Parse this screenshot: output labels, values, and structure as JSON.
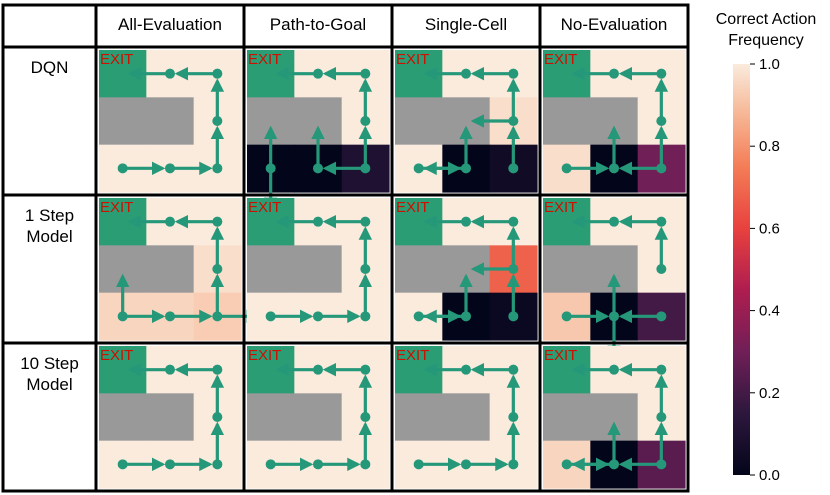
{
  "chart_data": {
    "type": "heatmap",
    "title": "",
    "col_headers": [
      "All-Evaluation",
      "Path-to-Goal",
      "Single-Cell",
      "No-Evaluation"
    ],
    "row_headers": [
      "DQN",
      "1 Step\nModel",
      "10 Step\nModel"
    ],
    "exit_label": "EXIT",
    "colorbar": {
      "label": "Correct Action\nFrequency",
      "range": [
        0.0,
        1.0
      ],
      "ticks": [
        0.0,
        0.2,
        0.4,
        0.6,
        0.8,
        1.0
      ],
      "tick_labels": [
        "0.0",
        "0.2",
        "0.4",
        "0.6",
        "0.8",
        "1.0"
      ],
      "colormap": "rocket"
    },
    "grid_size": [
      3,
      3
    ],
    "goal_cell": [
      0,
      0
    ],
    "wall_cells": [
      [
        1,
        0
      ],
      [
        1,
        1
      ]
    ],
    "panels": [
      {
        "row": 0,
        "col": 0,
        "values": [
          [
            1.0,
            1.0,
            1.0
          ],
          [
            null,
            null,
            1.0
          ],
          [
            1.0,
            1.0,
            1.0
          ]
        ],
        "actions": [
          [
            null,
            "left",
            "left"
          ],
          [
            null,
            null,
            "up"
          ],
          [
            "right",
            "right",
            "up"
          ]
        ]
      },
      {
        "row": 0,
        "col": 1,
        "values": [
          [
            1.0,
            1.0,
            1.0
          ],
          [
            null,
            null,
            1.0
          ],
          [
            0.0,
            0.0,
            0.1
          ]
        ],
        "actions": [
          [
            null,
            "left",
            "left"
          ],
          [
            null,
            null,
            "up"
          ],
          [
            "up-down",
            "up",
            "up-left"
          ]
        ]
      },
      {
        "row": 0,
        "col": 2,
        "values": [
          [
            1.0,
            1.0,
            1.0
          ],
          [
            null,
            null,
            0.97
          ],
          [
            1.0,
            0.0,
            0.05
          ]
        ],
        "actions": [
          [
            null,
            "left",
            "left"
          ],
          [
            null,
            null,
            "left-up"
          ],
          [
            "right",
            "left-up",
            "up"
          ]
        ]
      },
      {
        "row": 0,
        "col": 3,
        "values": [
          [
            1.0,
            1.0,
            1.0
          ],
          [
            null,
            null,
            1.0
          ],
          [
            0.97,
            0.0,
            0.3
          ]
        ],
        "actions": [
          [
            null,
            "left",
            "left"
          ],
          [
            null,
            null,
            "up"
          ],
          [
            "right",
            "up",
            "left-up"
          ]
        ]
      },
      {
        "row": 1,
        "col": 0,
        "values": [
          [
            1.0,
            1.0,
            1.0
          ],
          [
            null,
            null,
            0.97
          ],
          [
            0.95,
            0.95,
            0.93
          ]
        ],
        "actions": [
          [
            null,
            "left",
            "left"
          ],
          [
            null,
            null,
            "up"
          ],
          [
            "up-right",
            "right",
            "up-right"
          ]
        ]
      },
      {
        "row": 1,
        "col": 1,
        "values": [
          [
            1.0,
            1.0,
            1.0
          ],
          [
            null,
            null,
            1.0
          ],
          [
            1.0,
            1.0,
            1.0
          ]
        ],
        "actions": [
          [
            null,
            "left",
            "left"
          ],
          [
            null,
            null,
            "up"
          ],
          [
            "right",
            "right",
            "up"
          ]
        ]
      },
      {
        "row": 1,
        "col": 2,
        "values": [
          [
            1.0,
            1.0,
            1.0
          ],
          [
            null,
            null,
            0.68
          ],
          [
            1.0,
            0.0,
            0.03
          ]
        ],
        "actions": [
          [
            null,
            "left",
            "left"
          ],
          [
            null,
            null,
            "up-left"
          ],
          [
            "right",
            "left-up",
            "up"
          ]
        ]
      },
      {
        "row": 1,
        "col": 3,
        "values": [
          [
            1.0,
            1.0,
            1.0
          ],
          [
            null,
            null,
            1.0
          ],
          [
            0.92,
            0.0,
            0.2
          ]
        ],
        "actions": [
          [
            null,
            "left",
            "left"
          ],
          [
            null,
            null,
            "up"
          ],
          [
            "right",
            "up-down",
            "left"
          ]
        ]
      },
      {
        "row": 2,
        "col": 0,
        "values": [
          [
            1.0,
            1.0,
            1.0
          ],
          [
            null,
            null,
            1.0
          ],
          [
            1.0,
            1.0,
            1.0
          ]
        ],
        "actions": [
          [
            null,
            "left",
            "left"
          ],
          [
            null,
            null,
            "up"
          ],
          [
            "right",
            "right",
            "up"
          ]
        ]
      },
      {
        "row": 2,
        "col": 1,
        "values": [
          [
            1.0,
            1.0,
            1.0
          ],
          [
            null,
            null,
            1.0
          ],
          [
            1.0,
            1.0,
            1.0
          ]
        ],
        "actions": [
          [
            null,
            "left",
            "left"
          ],
          [
            null,
            null,
            "up"
          ],
          [
            "right",
            "right",
            "up"
          ]
        ]
      },
      {
        "row": 2,
        "col": 2,
        "values": [
          [
            1.0,
            1.0,
            1.0
          ],
          [
            null,
            null,
            1.0
          ],
          [
            1.0,
            1.0,
            1.0
          ]
        ],
        "actions": [
          [
            null,
            "left",
            "left"
          ],
          [
            null,
            null,
            "up"
          ],
          [
            "right",
            "right",
            "up"
          ]
        ]
      },
      {
        "row": 2,
        "col": 3,
        "values": [
          [
            1.0,
            1.0,
            1.0
          ],
          [
            null,
            null,
            1.0
          ],
          [
            0.95,
            0.0,
            0.25
          ]
        ],
        "actions": [
          [
            null,
            "left",
            "left"
          ],
          [
            null,
            null,
            "up"
          ],
          [
            "right",
            "up-left",
            "left-up"
          ]
        ]
      }
    ],
    "colors": {
      "goal": "#2a9d75",
      "wall": "#999999",
      "arrow": "#26987a",
      "exit_text": "#cc1100",
      "border": "#000000"
    }
  }
}
